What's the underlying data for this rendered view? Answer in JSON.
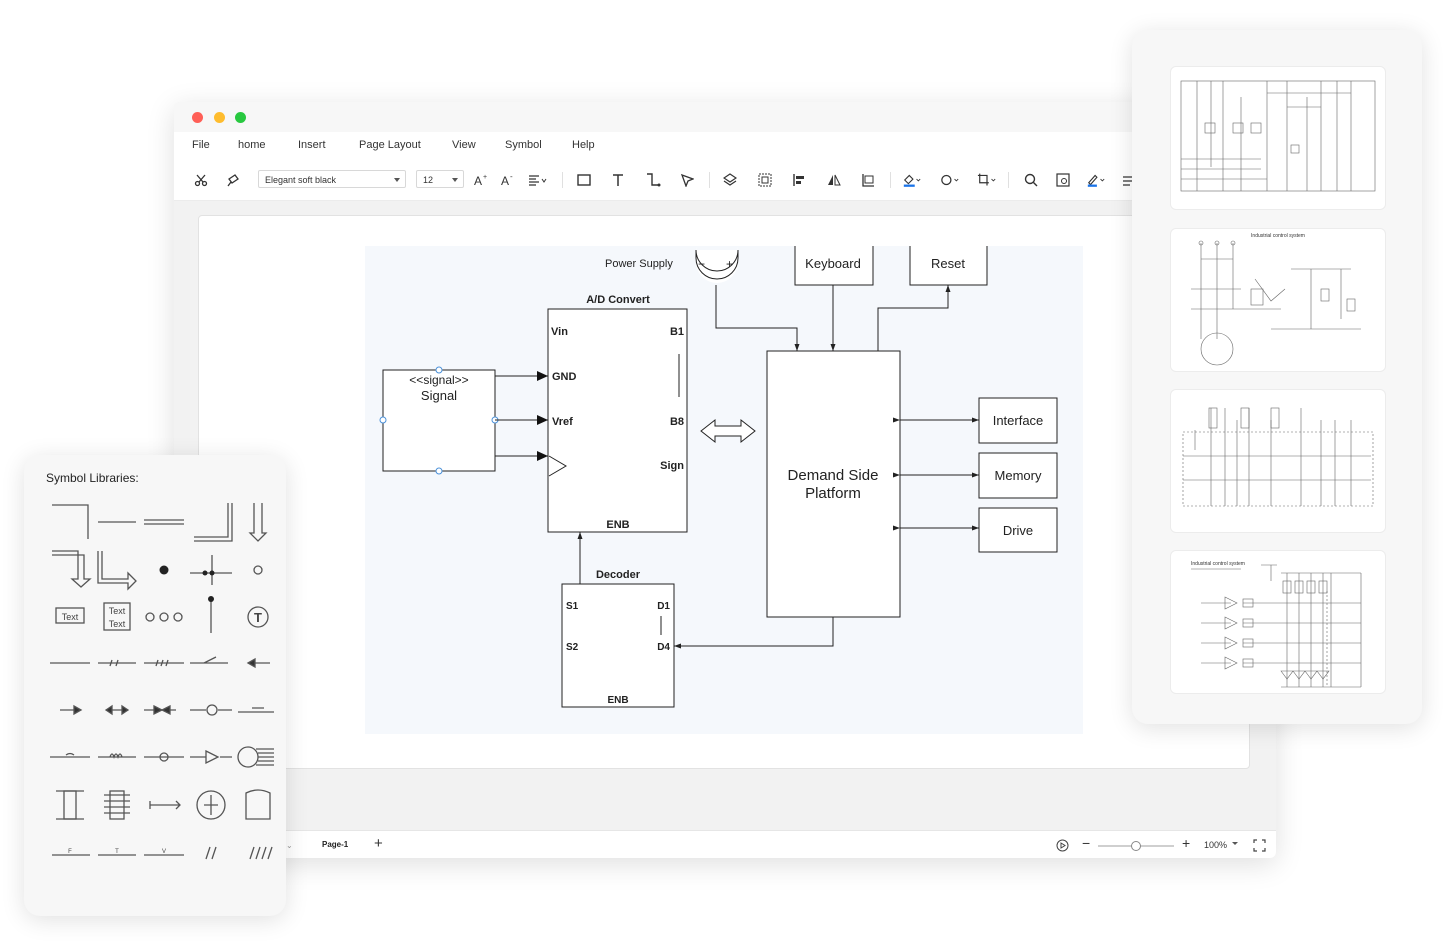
{
  "window": {
    "traffic_lights": [
      "#ff5f57",
      "#febc2e",
      "#28c840"
    ]
  },
  "menu": [
    "File",
    "home",
    "Insert",
    "Page Layout",
    "View",
    "Symbol",
    "Help"
  ],
  "toolbar": {
    "font_family": "Elegant soft black",
    "font_size": "12",
    "icons": [
      "scissors-icon",
      "format-painter-icon",
      "font-increase-icon",
      "font-decrease-icon",
      "align-icon",
      "rectangle-icon",
      "text-icon",
      "connector-icon",
      "pointer-icon",
      "layers-icon",
      "group-icon",
      "align-left-icon",
      "flip-icon",
      "frame-icon",
      "fill-icon",
      "shape-icon",
      "crop-icon",
      "search-icon",
      "preview-icon",
      "pen-icon",
      "more-icon"
    ]
  },
  "diagram": {
    "power_supply": "Power Supply",
    "minus": "−",
    "plus": "+",
    "keyboard": "Keyboard",
    "reset": "Reset",
    "ad_title": "A/D Convert",
    "vin": "Vin",
    "gnd": "GND",
    "vref": "Vref",
    "b1": "B1",
    "b8": "B8",
    "sign": "Sign",
    "enb": "ENB",
    "signal_stereotype": "<<signal>>",
    "signal_name": "Signal",
    "platform_line1": "Demand Side",
    "platform_line2": "Platform",
    "interface": "Interface",
    "memory": "Memory",
    "drive": "Drive",
    "decoder_title": "Decoder",
    "s1": "S1",
    "s2": "S2",
    "d1": "D1",
    "d4": "D4",
    "dec_enb": "ENB"
  },
  "status": {
    "page_tab": "Page-1",
    "add": "+",
    "zoom_minus": "−",
    "zoom_plus": "+",
    "zoom_level": "100%",
    "zoom_fraction": 0.5
  },
  "symbols": {
    "title": "Symbol Libraries:",
    "text_label": "Text",
    "text_label_2": "Text",
    "text_label_3": "Text",
    "t_label": "T",
    "tick_labels": [
      "F",
      "T",
      "V"
    ]
  },
  "templates": {
    "thumb2_title": "Industrial control system",
    "thumb4_title": "Industrial control system"
  },
  "colors": {
    "canvas_bg": "#f5f8fc",
    "accent": "#1a73e8"
  }
}
